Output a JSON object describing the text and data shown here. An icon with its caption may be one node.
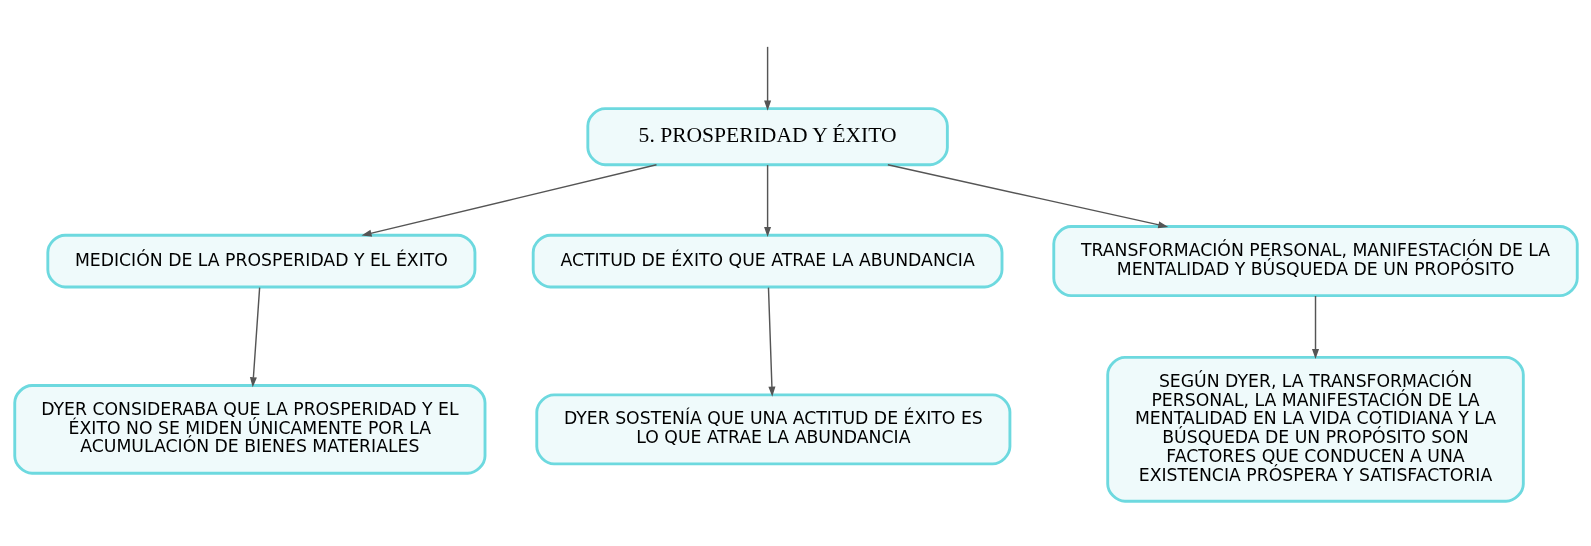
{
  "diagram": {
    "nodes": [
      {
        "text": [
          "5. PROSPERIDAD Y ÉXITO"
        ]
      },
      {
        "text": [
          "MEDICIÓN DE LA PROSPERIDAD Y EL ÉXITO"
        ]
      },
      {
        "text": [
          "ACTITUD DE ÉXITO QUE ATRAE LA ABUNDANCIA"
        ]
      },
      {
        "text": [
          "TRANSFORMACIÓN PERSONAL, MANIFESTACIÓN DE LA MENTALIDAD Y BÚSQUEDA DE UN PROPÓSITO"
        ]
      },
      {
        "text": [
          "DYER CONSIDERABA QUE LA PROSPERIDAD Y EL ÉXITO NO SE MIDEN ÚNICAMENTE POR LA ACUMULACIÓN DE BIENES MATERIALES"
        ]
      },
      {
        "text": [
          "DYER SOSTENÍA QUE UNA ACTITUD DE ÉXITO ES LO QUE ATRAE LA ABUNDANCIA"
        ]
      },
      {
        "text": [
          "SEGÚN DYER, LA TRANSFORMACIÓN PERSONAL, LA MANIFESTACIÓN DE LA MENTALIDAD EN LA VIDA COTIDIANA Y LA BÚSQUEDA DE UN PROPÓSITO SON FACTORES QUE CONDUCEN A UNA EXISTENCIA PRÓSPERA Y SATISFACTORIA"
        ]
      }
    ],
    "edges": [
      {
        "from": null,
        "to": 0,
        "arrow": "to"
      },
      {
        "from": 0,
        "to": 1,
        "arrow": "to"
      },
      {
        "from": 0,
        "to": 2,
        "arrow": "to"
      },
      {
        "from": 0,
        "to": 3,
        "arrow": "to"
      },
      {
        "from": 1,
        "to": 4,
        "arrow": "to"
      },
      {
        "from": 2,
        "to": 5,
        "arrow": "to"
      },
      {
        "from": 3,
        "to": 6,
        "arrow": "to"
      }
    ]
  }
}
